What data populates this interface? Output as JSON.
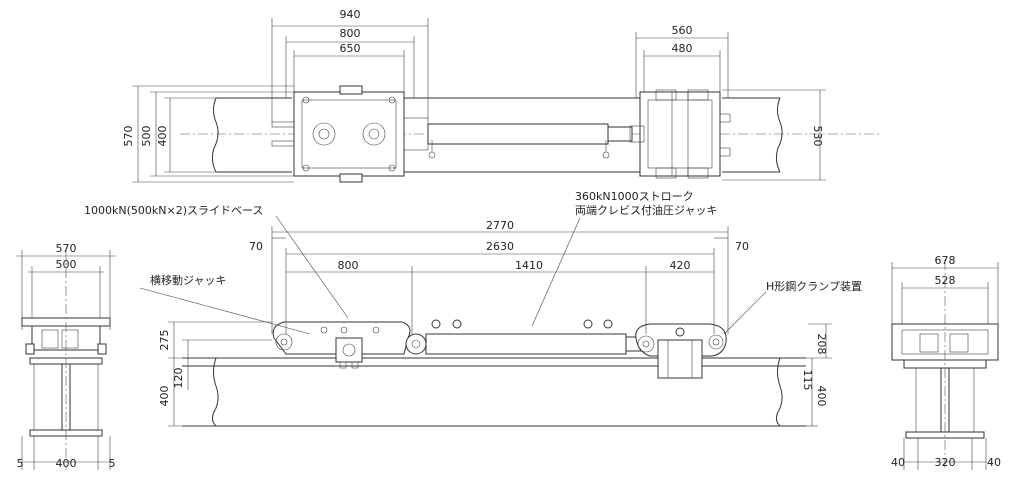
{
  "dimensions": {
    "top_940": "940",
    "top_800": "800",
    "top_650": "650",
    "top_560": "560",
    "top_480": "480",
    "top_570": "570",
    "top_500": "500",
    "top_400": "400",
    "top_530": "530",
    "side_570": "570",
    "side_500": "500",
    "side_5_left": "5",
    "side_400": "400",
    "side_5_right": "5",
    "front_70_left": "70",
    "front_2770": "2770",
    "front_2630": "2630",
    "front_70_right": "70",
    "front_800": "800",
    "front_1410": "1410",
    "front_420": "420",
    "front_275": "275",
    "front_120": "120",
    "front_400": "400",
    "front_208": "208",
    "front_115": "115",
    "front_400_right": "400",
    "end_678": "678",
    "end_528": "528",
    "end_40_left": "40",
    "end_320": "320",
    "end_40_right": "40"
  },
  "labels": {
    "slide_base": "1000kN(500kN×2)スライドベース",
    "cylinder_line1": "360kN1000ストローク",
    "cylinder_line2": "両端クレビス付油圧ジャッキ",
    "traverse_jack": "横移動ジャッキ",
    "clamp": "H形鋼クランプ装置"
  }
}
